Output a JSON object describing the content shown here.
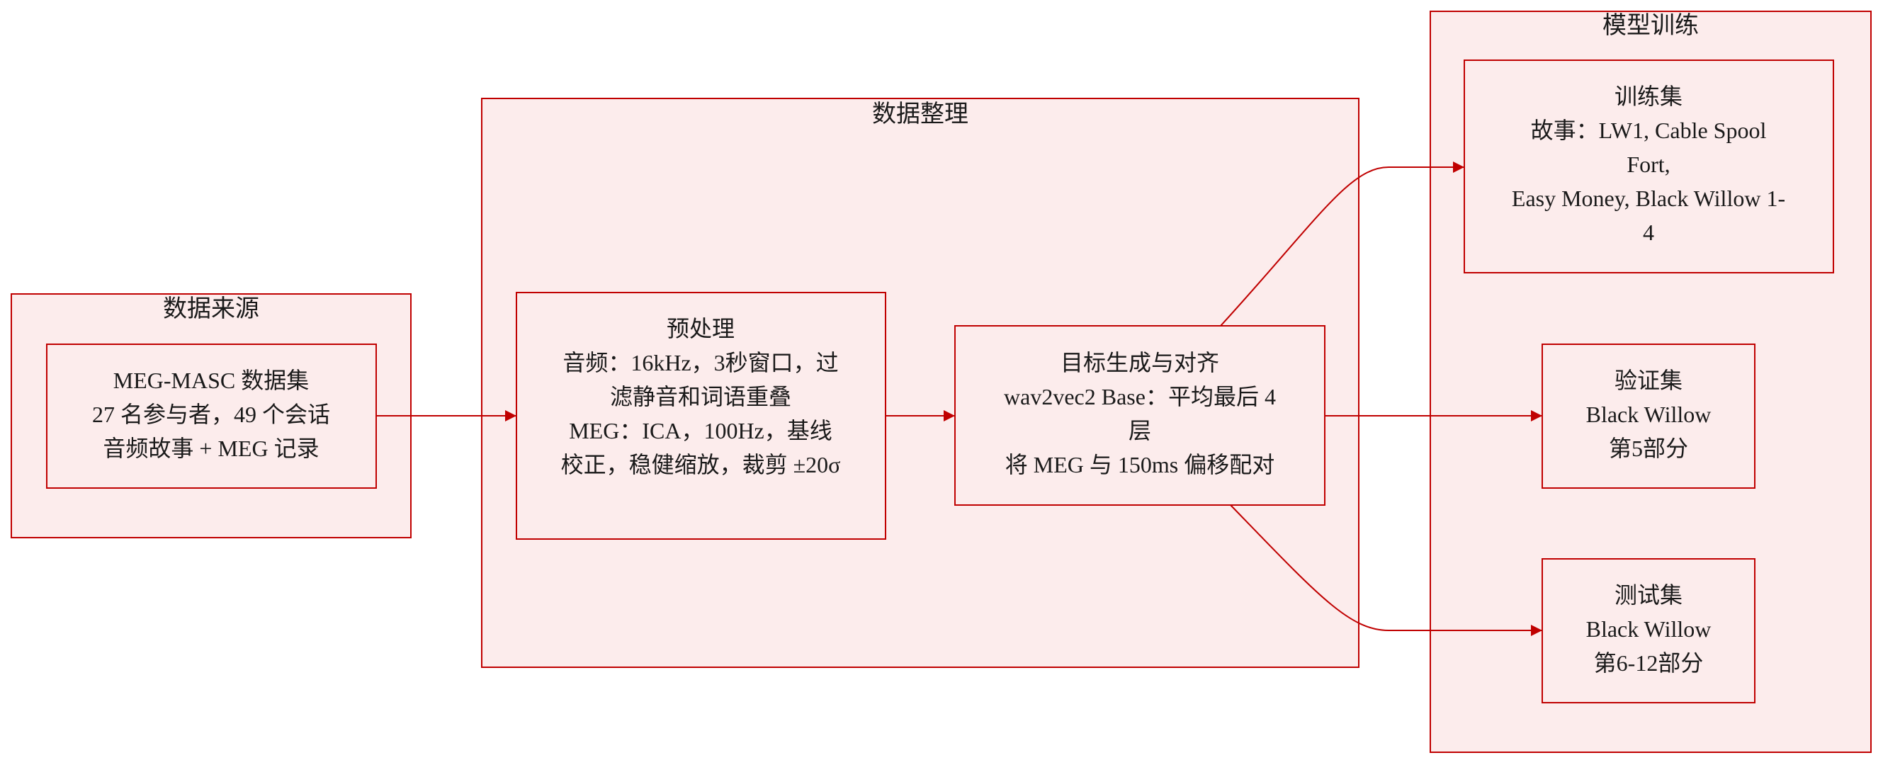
{
  "clusters": {
    "source": {
      "title": "数据来源"
    },
    "processing": {
      "title": "数据整理"
    },
    "training": {
      "title": "模型训练"
    }
  },
  "nodes": {
    "meg_masc": {
      "lines": [
        "MEG-MASC 数据集",
        "27 名参与者，49 个会话",
        "音频故事 + MEG 记录"
      ]
    },
    "preprocess": {
      "lines": [
        "预处理",
        "音频：16kHz，3秒窗口，过",
        "滤静音和词语重叠",
        "MEG：ICA，100Hz，基线",
        "校正，稳健缩放，裁剪 ±20σ"
      ]
    },
    "target_gen": {
      "lines": [
        "目标生成与对齐",
        "wav2vec2 Base：平均最后 4",
        "层",
        "将 MEG 与 150ms 偏移配对"
      ]
    },
    "train_set": {
      "lines": [
        "训练集",
        "故事：LW1, Cable Spool",
        "Fort,",
        "Easy Money, Black Willow 1-",
        "4"
      ]
    },
    "val_set": {
      "lines": [
        "验证集",
        "Black Willow",
        "第5部分"
      ]
    },
    "test_set": {
      "lines": [
        "测试集",
        "Black Willow",
        "第6-12部分"
      ]
    }
  },
  "colors": {
    "stroke": "#c00000",
    "fill": "#fcecec",
    "text": "#1a1a1a"
  }
}
